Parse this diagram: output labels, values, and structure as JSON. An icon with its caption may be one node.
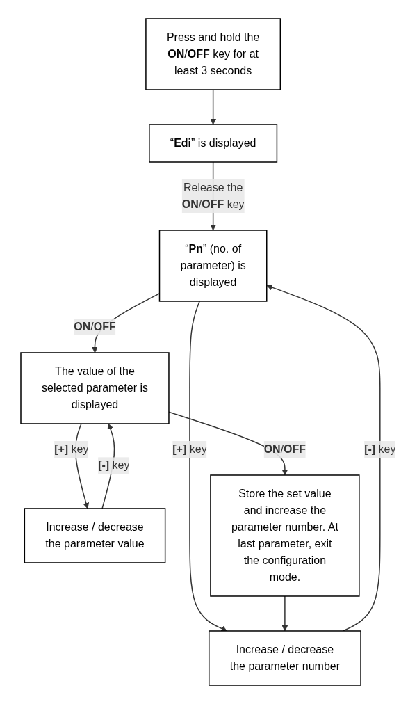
{
  "diagram": {
    "nodes": [
      {
        "text": [
          "Press and hold the **ON**/**OFF** key for at least 3 seconds"
        ]
      },
      {
        "text": [
          "“**Edi**” is displayed"
        ]
      },
      {
        "text": [
          "“**Pn**” (no. of parameter) is displayed"
        ]
      },
      {
        "text": [
          "Increase / decrease the parameter number"
        ]
      },
      {
        "text": [
          "The value of the selected parameter is displayed"
        ]
      },
      {
        "text": [
          "Increase / decrease the parameter value"
        ]
      },
      {
        "text": [
          "Store the set value and increase the parameter number. At last parameter, exit the configuration mode."
        ]
      }
    ],
    "edges": [
      {
        "from": 0,
        "to": 1,
        "arrow": "to"
      },
      {
        "from": 1,
        "to": 2,
        "arrow": "to",
        "label": "Release the **ON**/**OFF** key"
      },
      {
        "from": 2,
        "to": 3,
        "arrow": "to",
        "label": "**[+]** key"
      },
      {
        "from": 3,
        "to": 2,
        "arrow": "to",
        "label": "**[-]** key"
      },
      {
        "from": 2,
        "to": 4,
        "arrow": "to",
        "label": "**ON**/**OFF**"
      },
      {
        "from": 4,
        "to": 5,
        "arrow": "to",
        "label": "**[+]** key"
      },
      {
        "from": 5,
        "to": 4,
        "arrow": "to",
        "label": "**[-]** key"
      },
      {
        "from": 4,
        "to": 6,
        "arrow": "to",
        "label": "**ON**/**OFF**"
      },
      {
        "from": 6,
        "to": 3,
        "arrow": "to"
      }
    ]
  }
}
